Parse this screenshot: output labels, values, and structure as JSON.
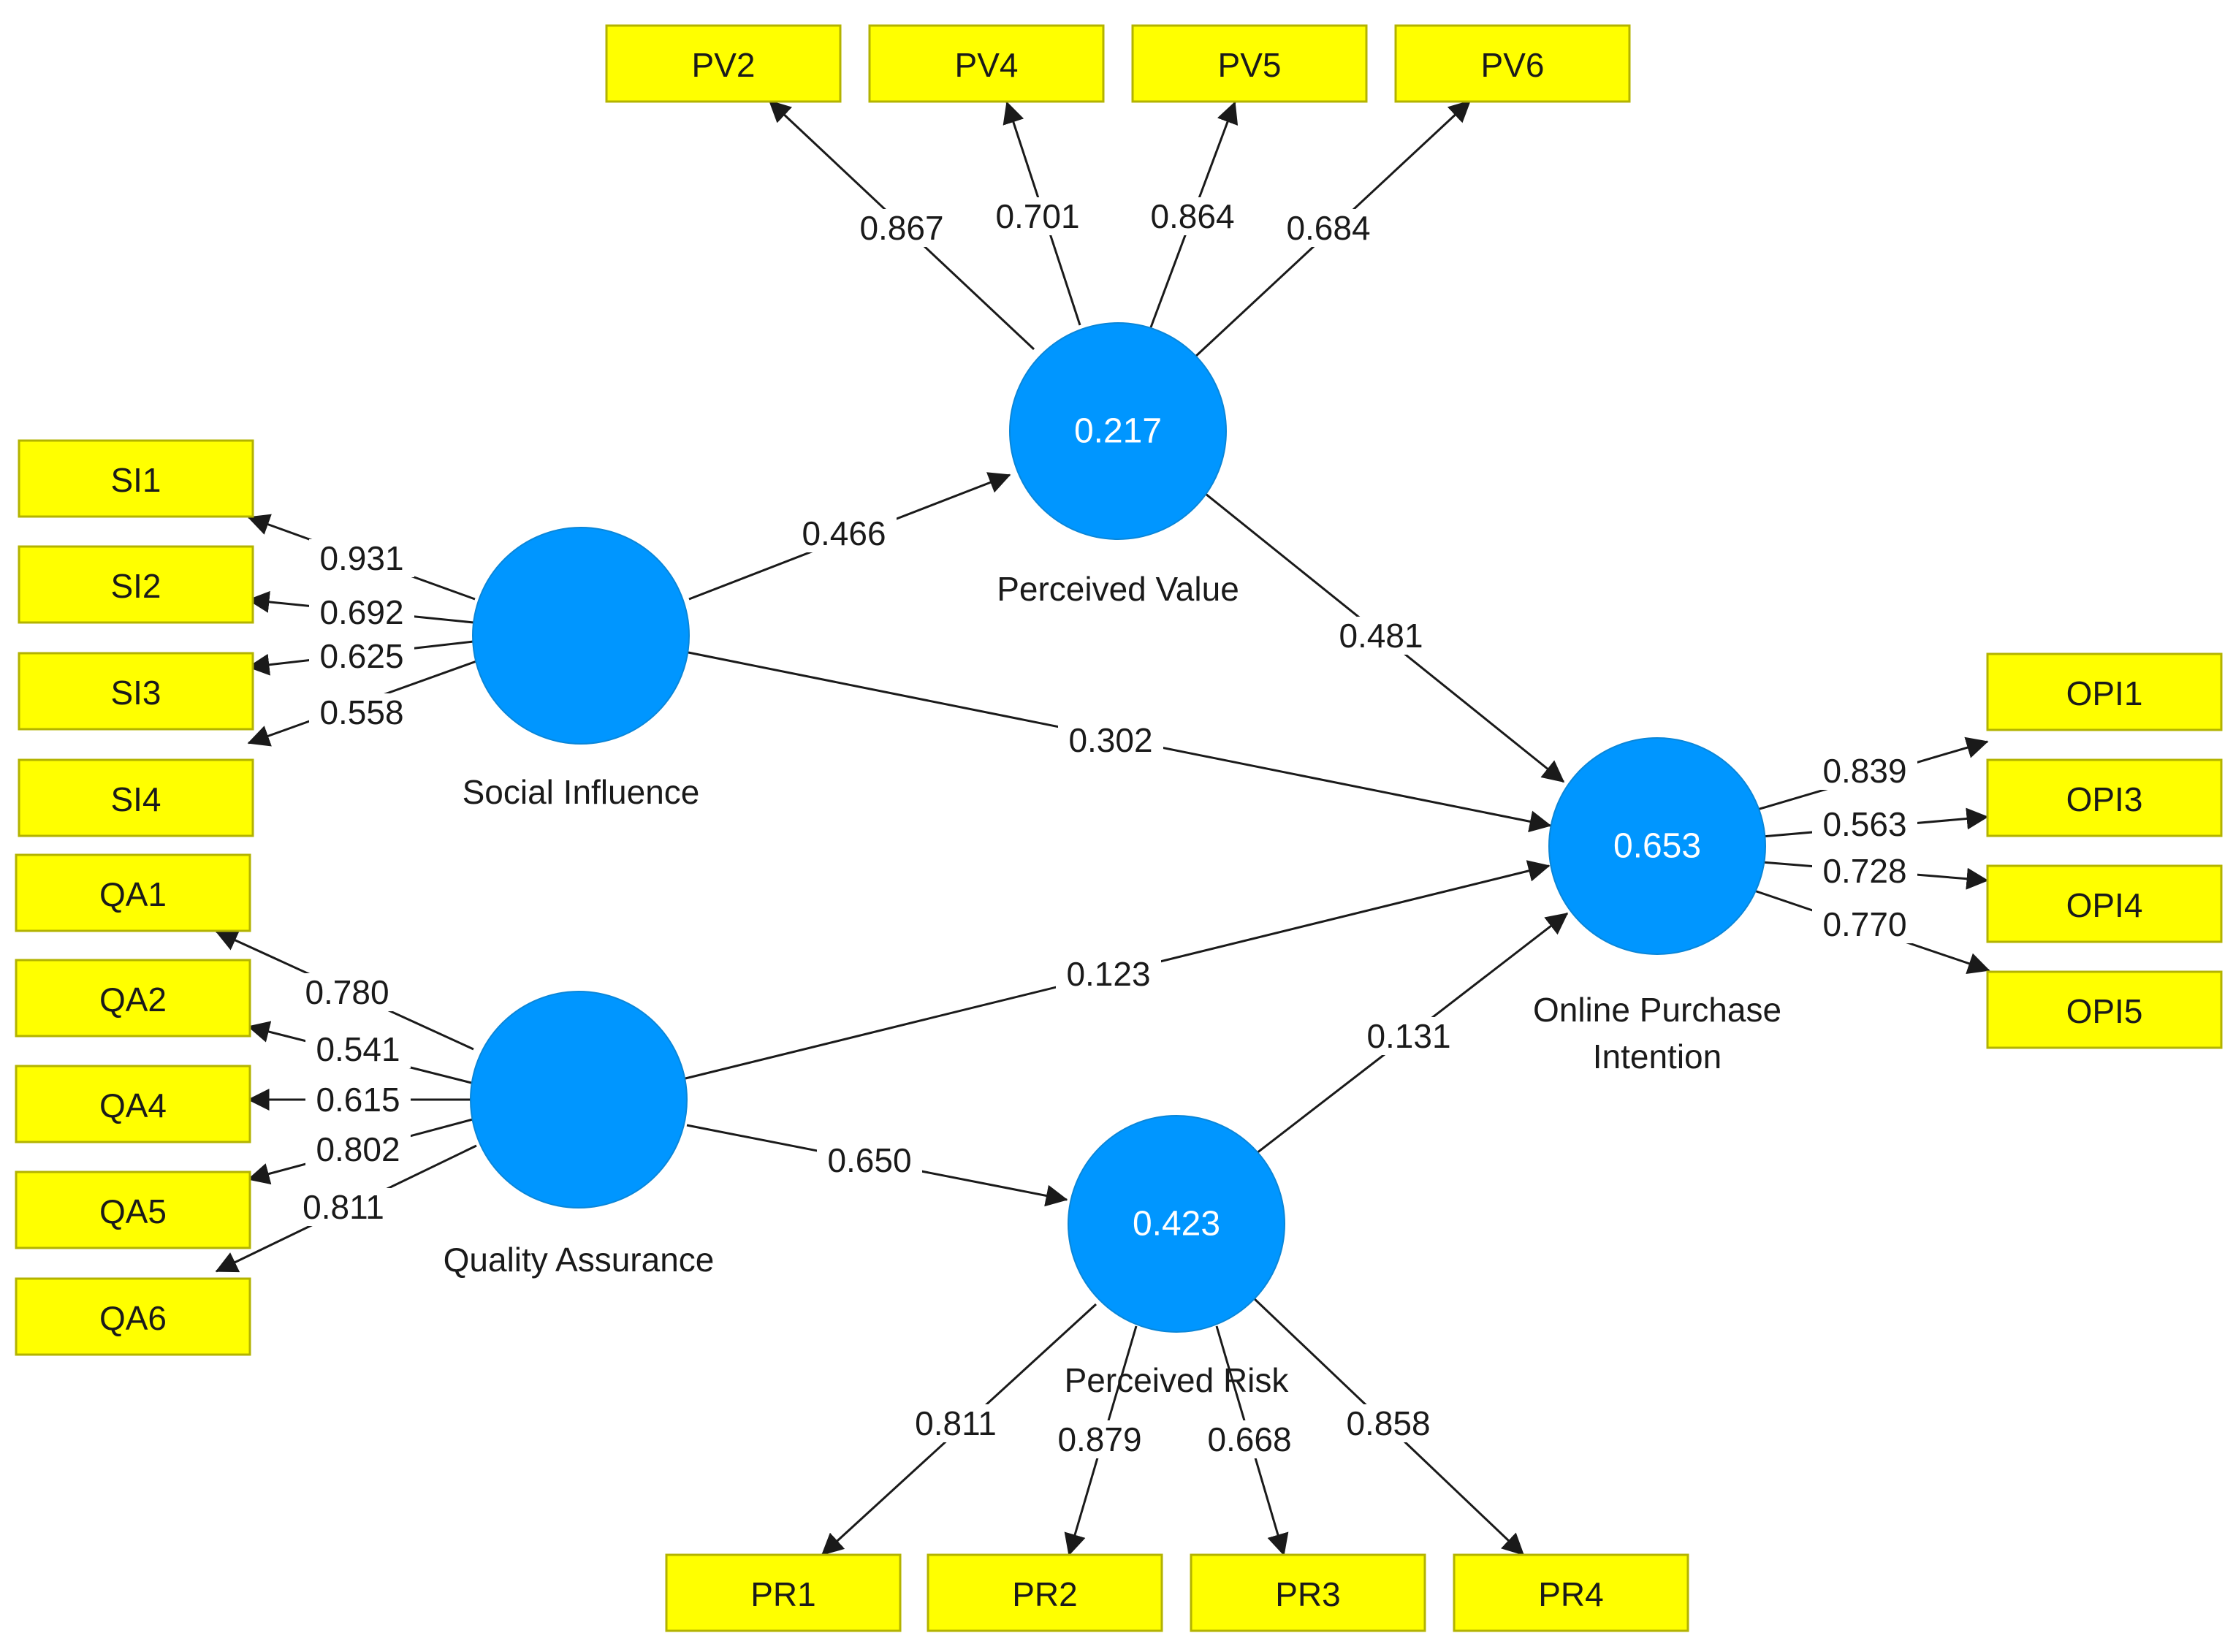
{
  "constructs": {
    "PV": {
      "name": "Perceived Value",
      "r2": "0.217"
    },
    "SI": {
      "name": "Social Influence",
      "r2": ""
    },
    "QA": {
      "name": "Quality Assurance",
      "r2": ""
    },
    "OPI": {
      "name_lines": [
        "Online Purchase",
        "Intention"
      ],
      "r2": "0.653"
    },
    "PR": {
      "name": "Perceived Risk",
      "r2": "0.423"
    }
  },
  "indicators": {
    "PV": [
      "PV2",
      "PV4",
      "PV5",
      "PV6"
    ],
    "SI": [
      "SI1",
      "SI2",
      "SI3",
      "SI4"
    ],
    "QA": [
      "QA1",
      "QA2",
      "QA4",
      "QA5",
      "QA6"
    ],
    "OPI": [
      "OPI1",
      "OPI3",
      "OPI4",
      "OPI5"
    ],
    "PR": [
      "PR1",
      "PR2",
      "PR3",
      "PR4"
    ]
  },
  "loadings": {
    "PV": [
      "0.867",
      "0.701",
      "0.864",
      "0.684"
    ],
    "SI": [
      "0.931",
      "0.692",
      "0.625",
      "0.558"
    ],
    "QA": [
      "0.780",
      "0.541",
      "0.615",
      "0.802",
      "0.811"
    ],
    "OPI": [
      "0.839",
      "0.563",
      "0.728",
      "0.770"
    ],
    "PR": [
      "0.811",
      "0.879",
      "0.668",
      "0.858"
    ]
  },
  "paths": [
    {
      "from": "SI",
      "to": "PV",
      "coef": "0.466"
    },
    {
      "from": "PV",
      "to": "OPI",
      "coef": "0.481"
    },
    {
      "from": "SI",
      "to": "OPI",
      "coef": "0.302"
    },
    {
      "from": "QA",
      "to": "OPI",
      "coef": "0.123"
    },
    {
      "from": "QA",
      "to": "PR",
      "coef": "0.650"
    },
    {
      "from": "PR",
      "to": "OPI",
      "coef": "0.131"
    }
  ],
  "colors": {
    "construct_fill": "#0096ff",
    "indicator_fill": "#ffff00",
    "edge": "#1a1a1a"
  }
}
